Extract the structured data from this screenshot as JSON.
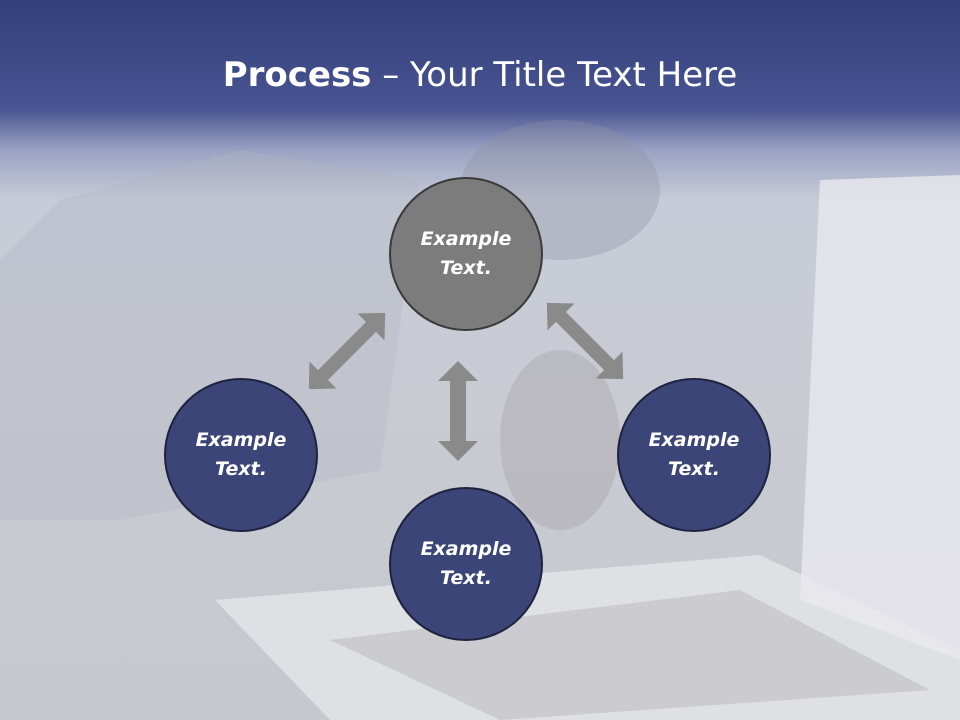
{
  "title": {
    "bold": "Process",
    "rest": " – Your Title Text Here"
  },
  "nodes": [
    {
      "line1": "Example",
      "line2": "Text."
    },
    {
      "line1": "Example",
      "line2": "Text."
    },
    {
      "line1": "Example",
      "line2": "Text."
    },
    {
      "line1": "Example",
      "line2": "Text."
    }
  ],
  "colors": {
    "header": "#3e4a86",
    "node_blue": "#3b4577",
    "node_grey": "#7c7c7c",
    "arrow": "#8a8a8a"
  }
}
